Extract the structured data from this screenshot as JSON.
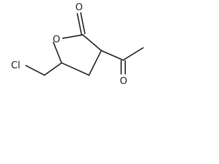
{
  "molecule": {
    "atoms": {
      "ring_oxygen": "O",
      "carbonyl_oxygen_lactone": "O",
      "carbonyl_oxygen_acetyl": "O",
      "chlorine": "Cl"
    }
  }
}
